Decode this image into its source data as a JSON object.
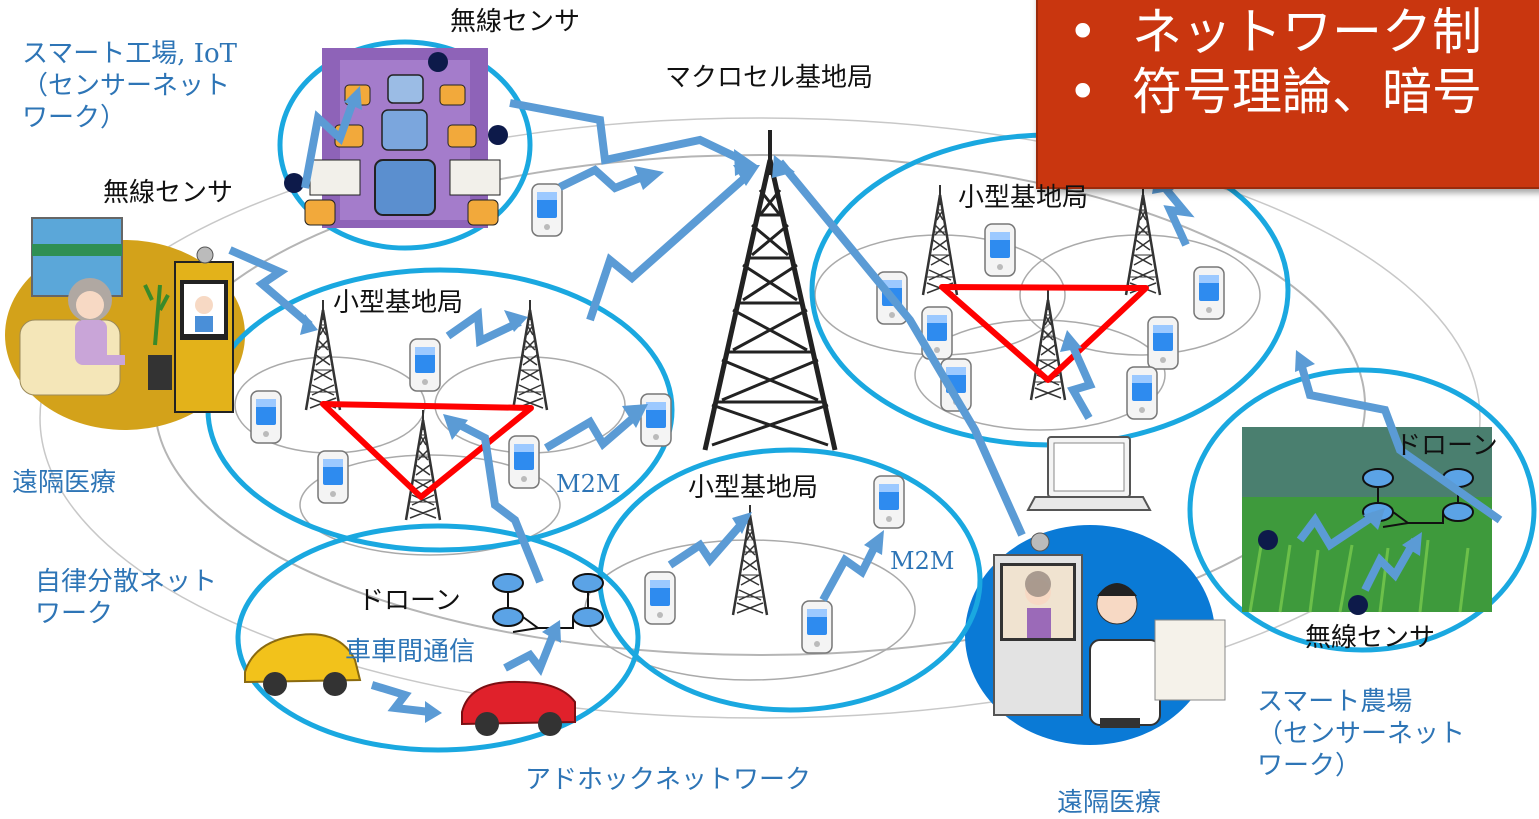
{
  "labels": {
    "macro_bs": "マクロセル基地局",
    "sensor_top": "無線センサ",
    "sensor_left": "無線センサ",
    "sensor_right": "無線センサ",
    "smart_factory": "スマート工場, IoT\n（センサーネット\nワーク）",
    "small_bs_left": "小型基地局",
    "small_bs_center": "小型基地局",
    "small_bs_right": "小型基地局",
    "remote_medical_left": "遠隔医療",
    "remote_medical_right": "遠隔医療",
    "m2m_left": "M2M",
    "m2m_center": "M2M",
    "autonomous_network": "自律分散ネット\nワーク",
    "drone_left": "ドローン",
    "drone_right": "ドローン",
    "v2v": "車車間通信",
    "adhoc_network": "アドホックネットワーク",
    "smart_farm": "スマート農場\n（センサーネット\nワーク）"
  },
  "banner": {
    "bullets": [
      "ネットワーク制",
      "符号理論、暗号"
    ]
  },
  "colors": {
    "cell_outline": "#1AA8E0",
    "arrow": "#5B9BD5",
    "triangle": "#FF0000",
    "label_blue": "#2E75B6",
    "banner_bg": "#C9360F"
  }
}
